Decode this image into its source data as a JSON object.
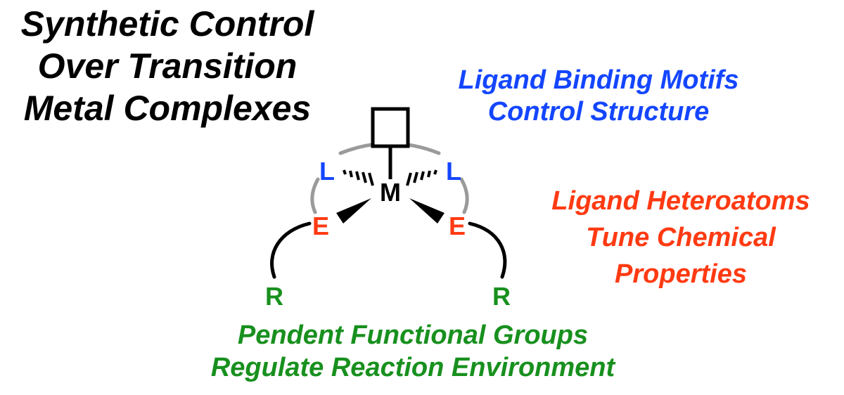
{
  "title": {
    "lines": [
      "Synthetic Control",
      "Over Transition",
      "Metal Complexes"
    ]
  },
  "annotations": {
    "binding": {
      "lines": [
        "Ligand Binding Motifs",
        "Control Structure"
      ],
      "color": "#1446ff"
    },
    "heteroatoms": {
      "lines": [
        "Ligand Heteroatoms",
        "Tune Chemical",
        "Properties"
      ],
      "color": "#ff3a12"
    },
    "pendent": {
      "lines": [
        "Pendent Functional Groups",
        "Regulate Reaction Environment"
      ],
      "color": "#18901e"
    }
  },
  "structure": {
    "metal": "M",
    "ligand_left": "L",
    "ligand_right": "L",
    "heteroatom_left": "E",
    "heteroatom_right": "E",
    "group_left": "R",
    "group_right": "R",
    "colors": {
      "metal": "#000000",
      "ligand": "#1446ff",
      "heteroatom": "#ff3a12",
      "group": "#18901e",
      "backbone": "#9a9a9a",
      "bond": "#000000"
    }
  }
}
